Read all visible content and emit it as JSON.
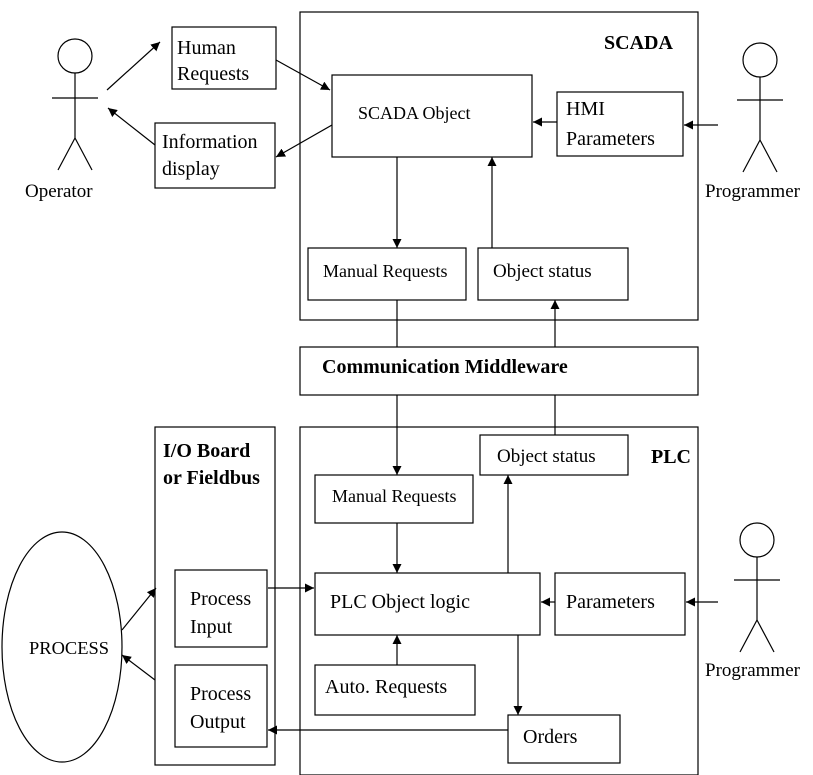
{
  "scada": {
    "title": "SCADA",
    "object": "SCADA Object",
    "hmi_line1": "HMI",
    "hmi_line2": "Parameters",
    "manual_requests": "Manual Requests",
    "object_status": "Object status"
  },
  "operator_side": {
    "human_requests_line1": "Human",
    "human_requests_line2": "Requests",
    "info_display_line1": "Information",
    "info_display_line2": "display",
    "operator_label": "Operator",
    "programmer_label": "Programmer"
  },
  "middleware": {
    "label": "Communication Middleware"
  },
  "io_board": {
    "title_line1": "I/O Board",
    "title_line2": "or Fieldbus",
    "process_input_line1": "Process",
    "process_input_line2": "Input",
    "process_output_line1": "Process",
    "process_output_line2": "Output"
  },
  "process": {
    "label": "PROCESS"
  },
  "plc": {
    "title": "PLC",
    "object_status": "Object status",
    "manual_requests": "Manual Requests",
    "object_logic": "PLC Object logic",
    "parameters": "Parameters",
    "auto_requests": "Auto. Requests",
    "orders": "Orders",
    "programmer_label": "Programmer"
  }
}
